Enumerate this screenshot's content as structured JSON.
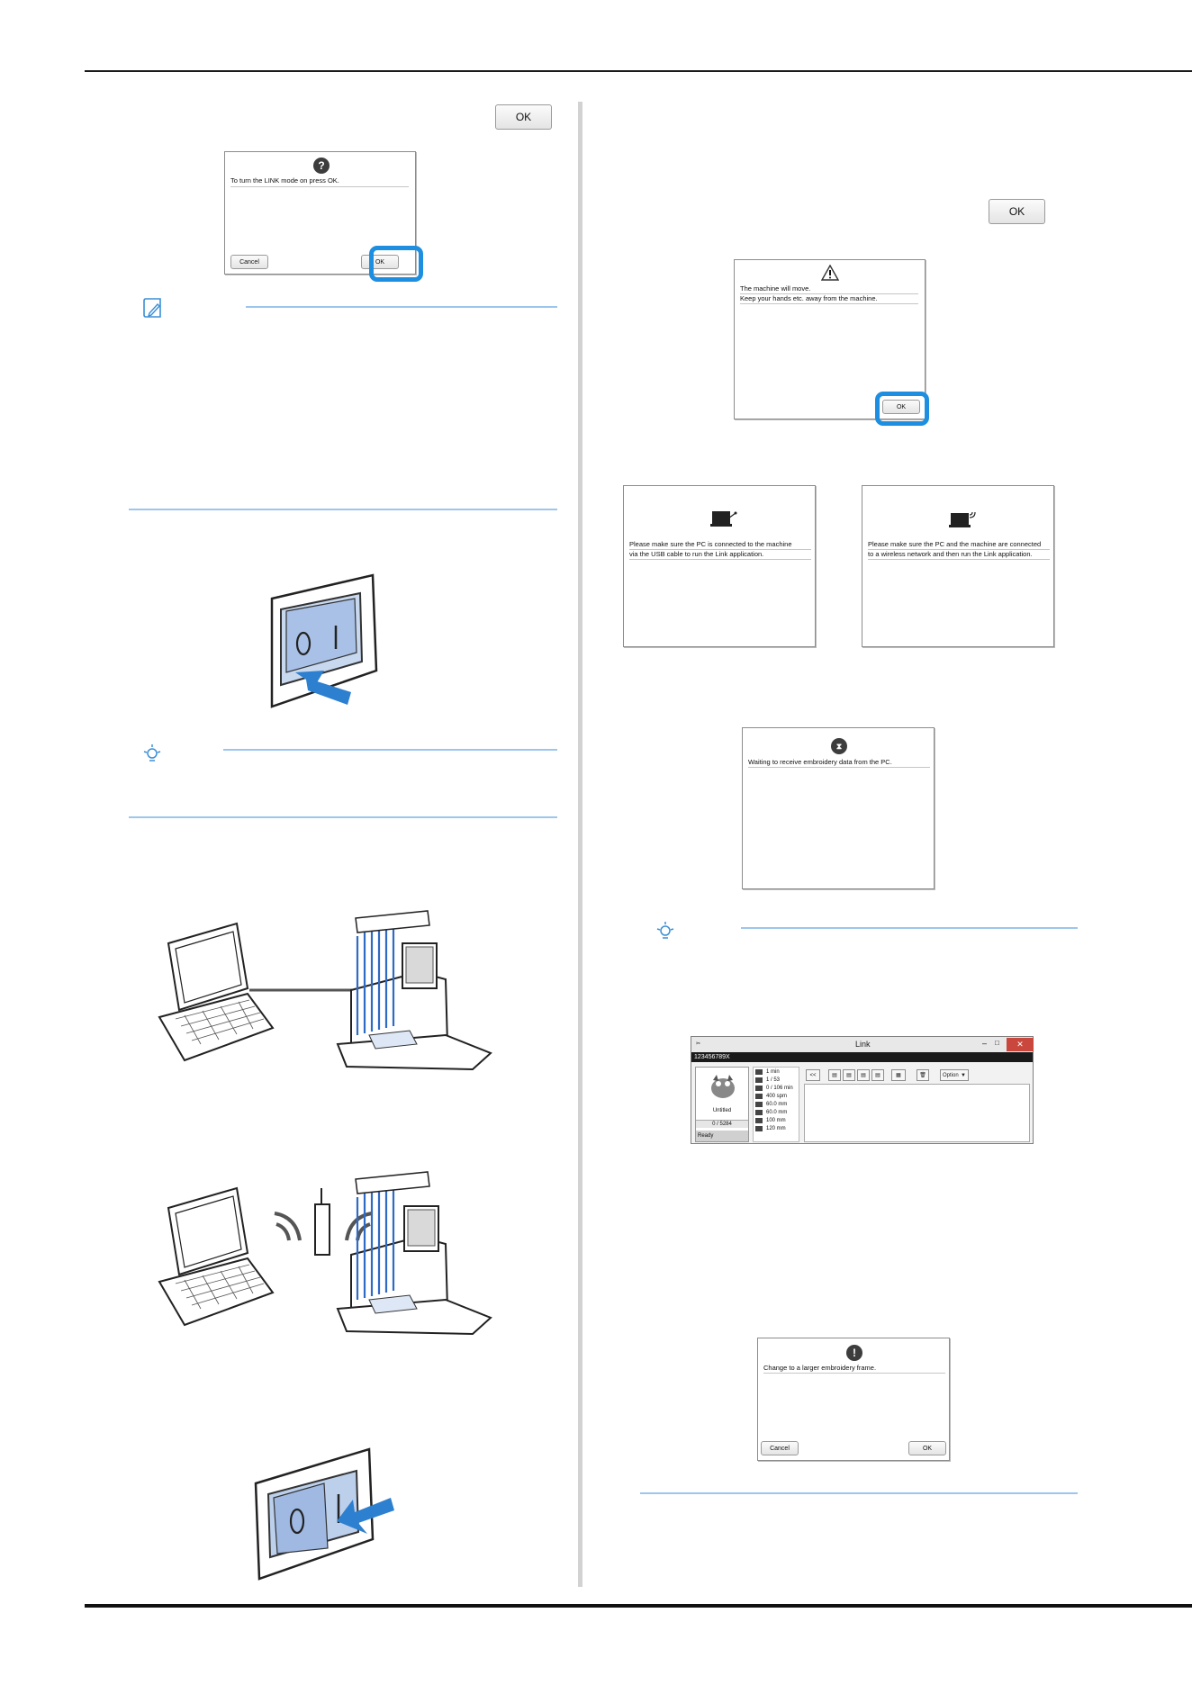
{
  "buttons": {
    "ok_left": "OK",
    "ok_right": "OK"
  },
  "dialog_link_mode": {
    "message": "To turn the LINK mode on press OK.",
    "cancel": "Cancel",
    "ok": "OK"
  },
  "dialog_machine_move": {
    "line1": "The machine will move.",
    "line2": "Keep your hands etc. away from the machine.",
    "ok": "OK"
  },
  "screen_usb": {
    "line1": "Please make sure the PC is connected to the machine",
    "line2": "via the USB cable to run the Link application."
  },
  "screen_wireless": {
    "line1": "Please make sure the PC and the machine are connected",
    "line2": "to a wireless network and then run the Link application."
  },
  "screen_waiting": {
    "message": "Waiting to receive embroidery data from the PC."
  },
  "link_window": {
    "title": "Link",
    "serial": "123456789X",
    "thumb_label": "Untitled",
    "stitch_count": "0 / 5284",
    "status": "Ready",
    "info": [
      "1 min",
      "1 / 53",
      "0 / 106 min",
      "400 spm",
      "60.0 mm",
      "60.0 mm",
      "100 mm",
      "120 mm"
    ],
    "option_label": "Option"
  },
  "dialog_larger_frame": {
    "message": "Change to a larger embroidery frame.",
    "cancel": "Cancel",
    "ok": "OK"
  },
  "switch": {
    "off_symbol": "O",
    "on_symbol": "I"
  }
}
